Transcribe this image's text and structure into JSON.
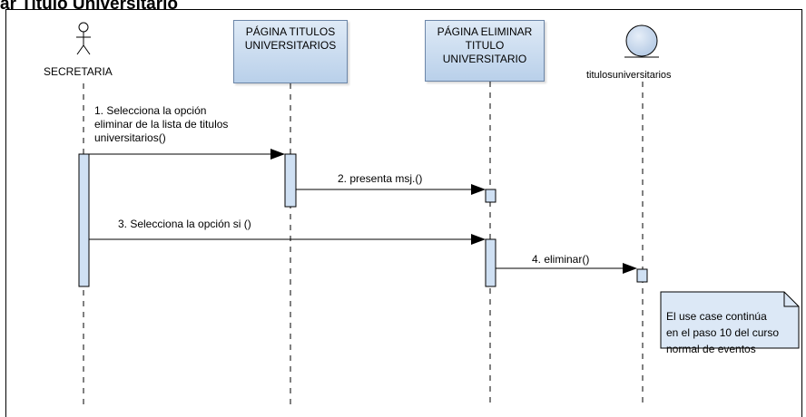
{
  "title": "ar Titulo Universitario",
  "actor": {
    "name": "SECRETARIA"
  },
  "lifelines": [
    {
      "lines": [
        "PÁGINA TITULOS",
        "UNIVERSITARIOS"
      ]
    },
    {
      "lines": [
        "PÁGINA ELIMINAR",
        "TITULO",
        "UNIVERSITARIO"
      ]
    }
  ],
  "entity": {
    "name": "titulosuniversitarios"
  },
  "messages": [
    {
      "lines": [
        "1. Selecciona la opción",
        "eliminar de la lista de titulos",
        "universitarios()"
      ]
    },
    {
      "lines": [
        "2. presenta msj.()"
      ]
    },
    {
      "lines": [
        "3. Selecciona la opción si ()"
      ]
    },
    {
      "lines": [
        "4. eliminar()"
      ]
    }
  ],
  "note": {
    "lines": [
      "El use case continúa",
      "en el paso 10 del curso",
      "normal de eventos"
    ]
  }
}
